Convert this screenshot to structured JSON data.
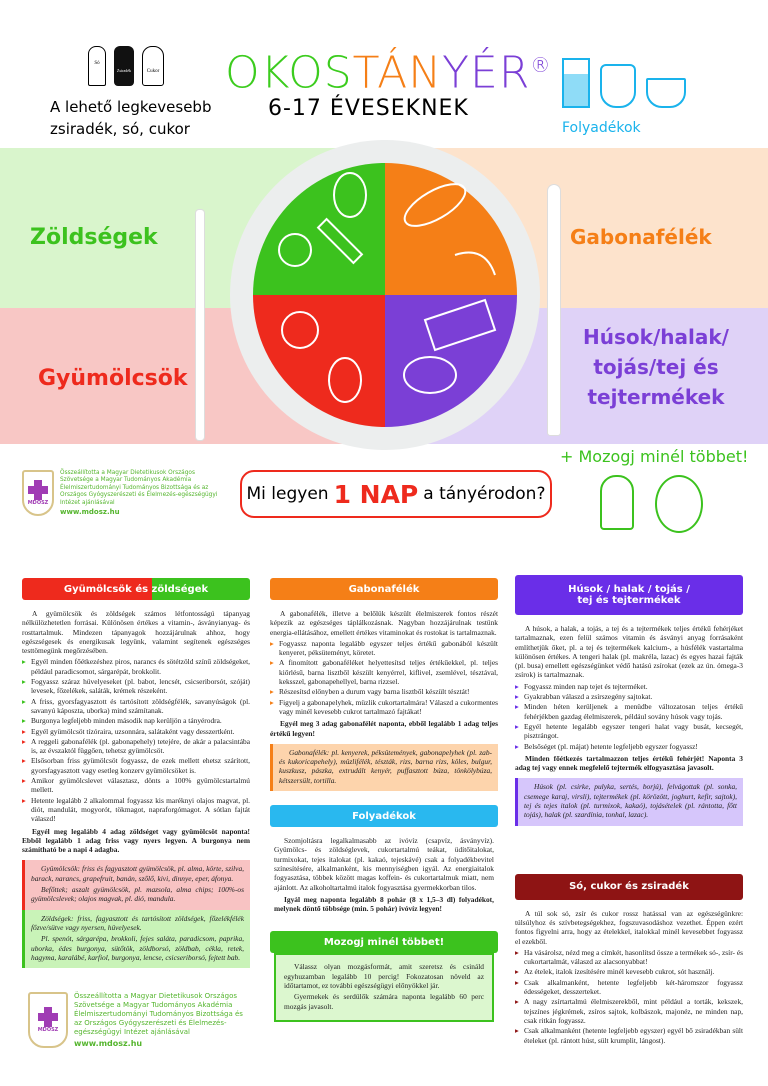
{
  "header": {
    "title_parts": [
      {
        "text": "OKOS",
        "color": "#3ccc1e"
      },
      {
        "text": "TÁN",
        "color": "#f57f17"
      },
      {
        "text": "YÉR",
        "color": "#7b3fd6"
      }
    ],
    "title_mark": "®",
    "subtitle": "6-17 ÉVESEKNEK",
    "left_note": "A lehető legkevesebb zsiradék, só, cukor",
    "icon_labels": [
      "Só",
      "Zsiradék",
      "Cukor"
    ],
    "right_note": "Folyadékok"
  },
  "plate": {
    "labels": {
      "zoldsegek": "Zöldségek",
      "gabona": "Gabonafélék",
      "gyumolcs": "Gyümölcsök",
      "husok": "Húsok/halak/ tojás/tej és tejtermékek"
    },
    "colors": {
      "green": "#3cc21e",
      "orange": "#f57f17",
      "red": "#ee2a1d",
      "purple": "#7b3fd6"
    }
  },
  "move_note": "+ Mozogj minél többet!",
  "question": {
    "pre": "Mi legyen ",
    "highlight": "1 NAP",
    "post": " a tányérodon?"
  },
  "logo": {
    "badge": "MDOSZ",
    "text": "Összeállította a Magyar Dietetikusok Országos Szövetsége a Magyar Tudományos Akadémia Élelmiszertudományi Tudományos Bizottsága és az Országos Gyógyszerészeti és Élelmezés-egészségügyi Intézet ajánlásával",
    "url": "www.mdosz.hu"
  },
  "sections": {
    "fruitveg": {
      "title_a": "Gyümölcsök",
      "title_b": "és zöldségek",
      "intro": "A gyümölcsök és zöldségek számos létfontosságú tápanyag nélkülözhetetlen forrásai. Különösen értékes a vitamin-, ásványianyag- és rosttartalmuk. Mindezen tápanyagok hozzájárulnak ahhoz, hogy egészségesek és energikusak legyünk, valamint segítenek egészséges testtömegünk megőrzésében.",
      "bullets": [
        "Egyél minden főétkezéshez piros, narancs és sötétzöld színű zöldségeket, például paradicsomot, sárgarépát, brokkolit.",
        "Fogyassz száraz hüvelyeseket (pl. babot, lencsét, csicseriborsót, szóját) levesek, főzelékek, saláták, krémek részeként.",
        "A friss, gyorsfagyasztott és tartósított zöldségfélék, savanyúságok (pl. savanyú káposzta, uborka) mind számítanak.",
        "Burgonya legfeljebb minden második nap kerüljön a tányérodra.",
        "Egyél gyümölcsöt tízóraira, uzsonnára, salátaként vagy desszertként.",
        "A reggeli gabonafélék (pl. gabonapehely) tetejére, de akár a palacsintába is, az évszaktól függően, tehetsz gyümölcsöt.",
        "Elsősorban friss gyümölcsöt fogyassz, de ezek mellett ehetsz szárított, gyorsfagyasztott vagy esetleg konzerv gyümölcsöket is.",
        "Amikor gyümölcslevet választasz, dönts a 100% gyümölcstartalmú mellett.",
        "Hetente legalább 2 alkalommal fogyassz kis maréknyi olajos magvat, pl. diót, mandulát, mogyorót, tökmagot, napraforgómagot. A sótlan fajtát válaszd!"
      ],
      "bold": "Egyél meg legalább 4 adag zöldséget vagy gyümölcsöt naponta! Ebből legalább 1 adag friss vagy nyers legyen. A burgonya nem számítható be a napi 4 adagba.",
      "box_red": [
        "Gyümölcsök: friss és fagyasztott gyümölcsök, pl. alma, körte, szilva, barack, narancs, grapefruit, banán, szőlő, kivi, dinnye, eper, áfonya.",
        "Befőttek; aszalt gyümölcsök, pl. mazsola, alma chips; 100%-os gyümölcslevek; olajos magvak, pl. dió, mandula."
      ],
      "box_green": [
        "Zöldségek: friss, fagyasztott és tartósított zöldségek, főzelékfélék főzve/sütve vagy nyersen, hüvelyesek.",
        "Pl. spenót, sárgarépa, brokkoli, fejes saláta, paradicsom, paprika, uborka, édes burgonya, sütőtök, zöldborsó, zöldbab, cékla, retek, hagyma, karalábé, karfiol, burgonya, lencse, csicseriborsó, fejtett bab."
      ]
    },
    "grains": {
      "title": "Gabonafélék",
      "intro": "A gabonafélék, illetve a belőlük készült élelmiszerek fontos részét képezik az egészséges táplálkozásnak. Nagyban hozzájárulnak testünk energia-ellátásához, emellett értékes vitaminokat és rostokat is tartalmaznak.",
      "bullets": [
        "Fogyassz naponta legalább egyszer teljes értékű gabonából készült kenyeret, péksüteményt, köretet.",
        "A finomított gabonaféléket helyettesítsd teljes értékűekkel, pl. teljes kiőrlésű, barna lisztből készült kenyérrel, kiflivel, zsemlével, tésztával, keksszel, gabonapehellyel, barna rizzsel.",
        "Részesítsd előnyben a durum vagy barna lisztből készült tésztát!",
        "Figyelj a gabonapelyhek, müzlik cukortartalmára! Válaszd a cukormentes vagy minél kevesebb cukrot tartalmazó fajtákat!"
      ],
      "bold": "Egyél meg 3 adag gabonafélét naponta, ebből legalább 1 adag teljes értékű legyen!",
      "box": "Gabonafélék: pl. kenyerek, péksütemények, gabonapelyhek (pl. zab- és kukoricapehely), müzlifélék, tészták, rizs, barna rizs, köles, bulgur, kuszkusz, pászka, extrudált kenyér, puffasztott búza, tönkölybúza, kétszersült, tortilla."
    },
    "fluids": {
      "title": "Folyadékok",
      "intro": "Szomjoltásra legalkalmasabb az ivóvíz (csapvíz, ásványvíz). Gyümölcs- és zöldséglevek, cukortartalmú teákat, üdítőitalokat, turmixokat, tejes italokat (pl. kakaó, tejeskávé) csak a folyadékbevitel színesítésére, alkalmanként, kis mennyiségben igyál. Az energiaitalok fogyasztása, többek között magas koffein- és cukortartalmuk miatt, nem ajánlott. Az alkoholtartalmú italok fogyasztása gyermekkorban tilos.",
      "bold": "Igyál meg naponta legalább 8 pohár (8 x 1,5–3 dl) folyadékot, melynek döntő többsége (min. 5 pohár) ivóvíz legyen!"
    },
    "move": {
      "title": "Mozogj minél többet!",
      "paras": [
        "Válassz olyan mozgásformát, amit szeretsz és csináld egyhuzamban legalább 10 percig! Fokozatosan növeld az időtartamot, ez további egészségügyi előnyökkel jár.",
        "Gyermekek és serdülők számára naponta legalább 60 perc mozgás javasolt."
      ]
    },
    "protein": {
      "title_a": "Húsok / halak / tojás /",
      "title_b": "tej és tejtermékek",
      "intro": "A húsok, a halak, a tojás, a tej és a tejtermékek teljes értékű fehérjéket tartalmaznak, ezen felül számos vitamin és ásványi anyag forrásaként említhetjük őket, pl. a tej és tejtermékek kalcium-, a húsfélék vastartalma különösen értékes. A tengeri halak (pl. makréla, lazac) és egyes hazai fajták (pl. busa) emellett egészségünket védő hatású zsírokat (ezek az ún. ómega-3 zsírok) is tartalmaznak.",
      "bullets": [
        "Fogyassz minden nap tejet és tejterméket.",
        "Gyakrabban válaszd a zsírszegény sajtokat.",
        "Minden héten kerüljenek a menüdbe változatosan teljes értékű fehérjékben gazdag élelmiszerek, például sovány húsok vagy tojás.",
        "Egyél hetente legalább egyszer tengeri halat vagy busát, kecsegét, pisztrángot.",
        "Belsőséget (pl. májat) hetente legfeljebb egyszer fogyassz!"
      ],
      "bold": "Minden főétkezés tartalmazzon teljes értékű fehérjét! Naponta 3 adag tej vagy ennek megfelelő tejtermék elfogyasztása javasolt.",
      "box": "Húsok (pl. csirke, pulyka, sertés, borjú), felvágottak (pl. sonka, csemege karaj, virsli), tejtermékek (pl. körözött, joghurt, kefir, sajtok), tej és tejes italok (pl. turmixok, kakaó), tojásételek (pl. rántotta, főtt tojás), halak (pl. szardínia, tonhal, lazac)."
    },
    "salt": {
      "title": "Só, cukor és zsiradék",
      "intro": "A túl sok só, zsír és cukor rossz hatással van az egészségünkre: túlsúlyhoz és szívbetegségekhez, fogszuvasodáshoz vezethet. Éppen ezért fontos figyelni arra, hogy az ételekkel, italokkal minél kevesebbet fogyassz el ezekből.",
      "bullets": [
        "Ha vásárolsz, nézd meg a címkét, hasonlítsd össze a termékek só-, zsír- és cukortartalmát, válaszd az alacsonyabbat!",
        "Az ételek, italok ízesítésére minél kevesebb cukrot, sót használj.",
        "Csak alkalmanként, hetente legfeljebb két-háromszor fogyassz édességeket, desszerteket.",
        "A nagy zsírtartalmú élelmiszerekből, mint például a torták, kekszek, tejszínes jégkrémek, zsíros sajtok, kolbászok, majonéz, ne minden nap, csak ritkán fogyassz.",
        "Csak alkalmanként (hetente legfeljebb egyszer) egyél bő zsiradékban sült ételeket (pl. rántott húst, sült krumplit, lángost)."
      ]
    }
  }
}
